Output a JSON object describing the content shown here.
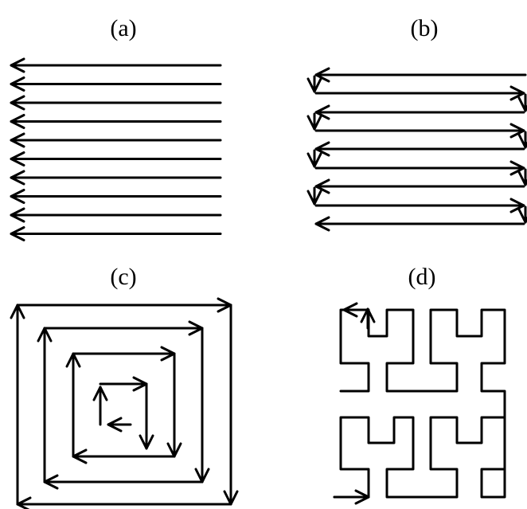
{
  "panels": [
    {
      "id": "a",
      "label": "(a)",
      "pattern": "raster"
    },
    {
      "id": "b",
      "label": "(b)",
      "pattern": "zigzag"
    },
    {
      "id": "c",
      "label": "(c)",
      "pattern": "spiral"
    },
    {
      "id": "d",
      "label": "(d)",
      "pattern": "hilbert-curve"
    }
  ],
  "colors": {
    "stroke": "#000000",
    "background": "#ffffff"
  }
}
